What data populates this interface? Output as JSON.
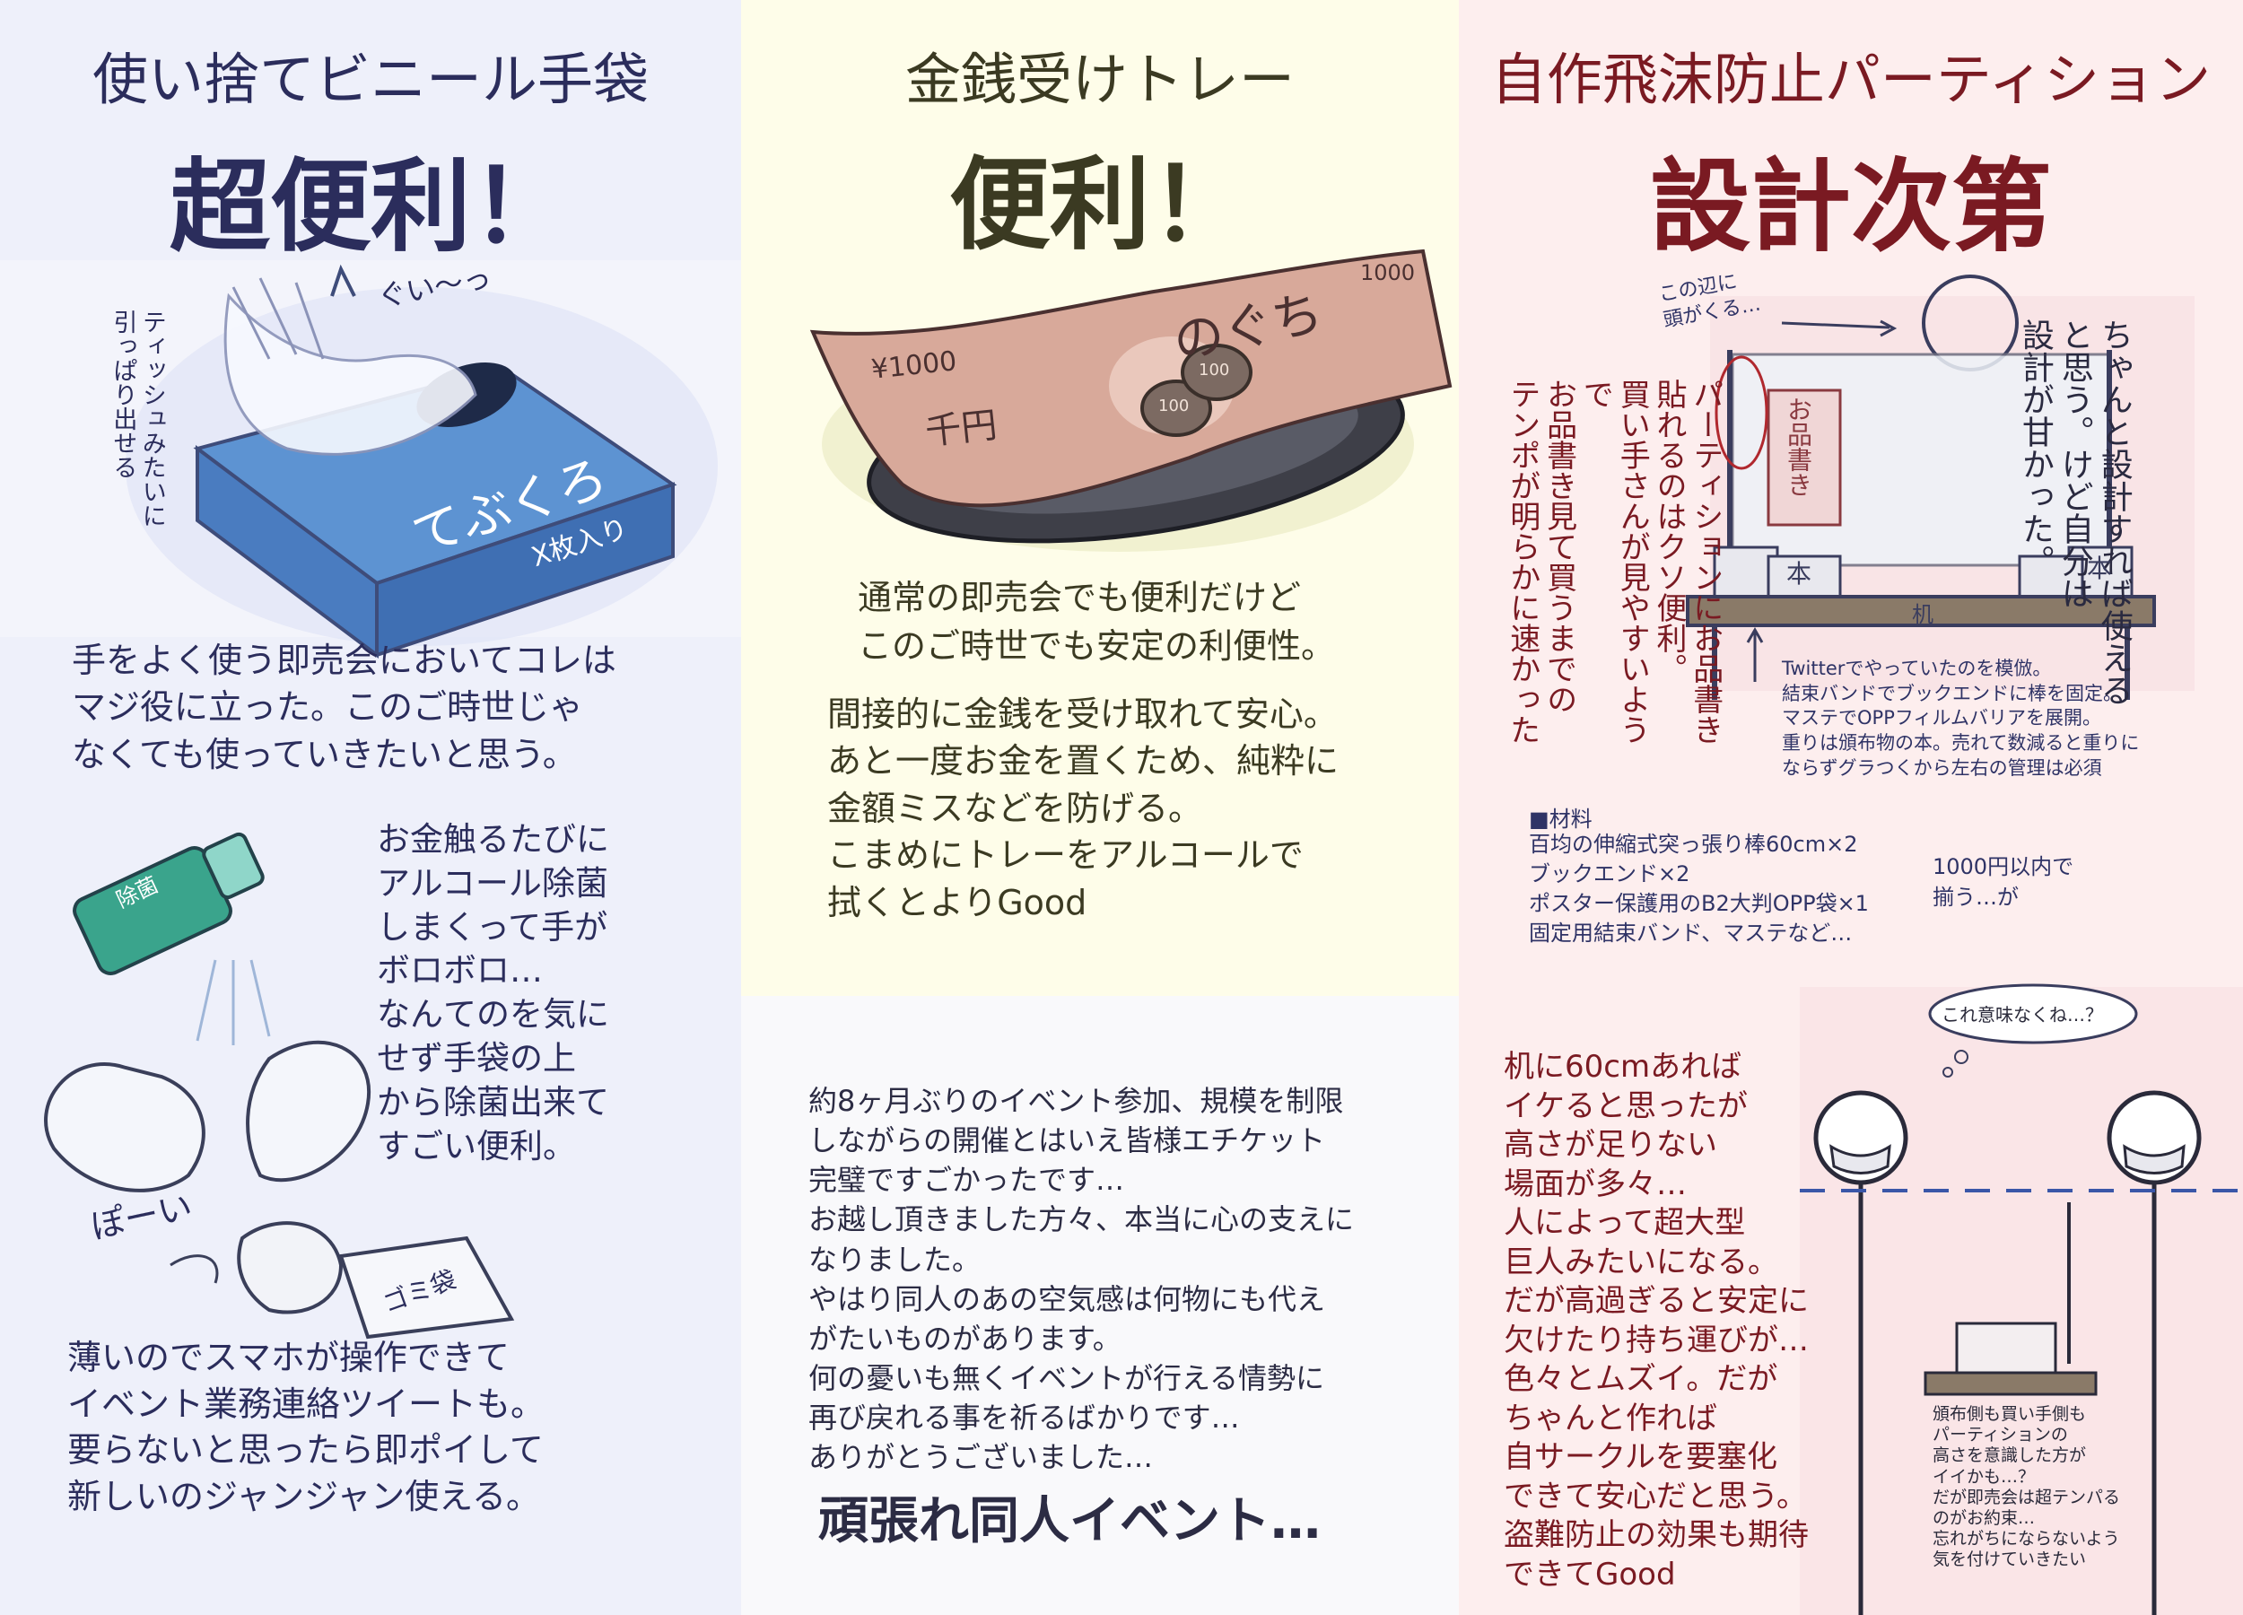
{
  "col1": {
    "title": "使い捨てビニール手袋",
    "verdict": "超便利！",
    "note_tissue": "ティッシュみたいに\n引っぱり出せる",
    "sfx_pull": "ぐい〜っ",
    "box_label": "てぶくろ",
    "box_count": "X枚入り",
    "text1": "手をよく使う即売会においてコレは\nマジ役に立った。このご時世じゃ\nなくても使っていきたいと思う。",
    "bottle_label": "除菌",
    "text2": "お金触るたびに\nアルコール除菌\nしまくって手が\nボロボロ…\nなんてのを気に\nせず手袋の上\nから除菌出来て\nすごい便利。",
    "sfx_toss": "ぽーい",
    "bag_label": "ゴミ袋",
    "text3": "薄いのでスマホが操作できて\nイベント業務連絡ツイートも。\n要らないと思ったら即ポイして\n新しいのジャンジャン使える。"
  },
  "col2": {
    "title": "金銭受けトレー",
    "verdict": "便利！",
    "bill_value": "¥1000",
    "bill_corner": "1000",
    "bill_name": "のぐち",
    "bill_stamp": "千円",
    "coin1": "100",
    "coin2": "100",
    "text1": "通常の即売会でも便利だけど\nこのご時世でも安定の利便性。",
    "text2": "間接的に金銭を受け取れて安心。\nあと一度お金を置くため、純粋に\n金額ミスなどを防げる。\nこまめにトレーをアルコールで\n拭くとよりGood",
    "text3": "約8ヶ月ぶりのイベント参加、規模を制限\nしながらの開催とはいえ皆様エチケット\n完璧ですごかったです…\nお越し頂きました方々、本当に心の支えに\nなりました。\nやはり同人のあの空気感は何物にも代え\nがたいものがあります。\n何の憂いも無くイベントが行える情勢に\n再び戻れる事を祈るばかりです…\nありがとうございました…",
    "closing": "頑張れ同人イベント…"
  },
  "col3": {
    "title": "自作飛沫防止パーティション",
    "verdict": "設計次第",
    "head_note": "この辺に\n頭がくる…",
    "vert_right": "ちゃんと設計すれば使える\nと思う。けど自分は\n設計が甘かった。",
    "vert_left": "パーティションにお品書き\n貼れるのはクソ便利。\n買い手さんが見やすいようで\nお品書き見て買うまでの\nテンポが明らかに速かった",
    "menu_label": "お品書き",
    "book1": "本",
    "book2": "本",
    "desk_label": "机",
    "desc": "Twitterでやっていたのを模倣。\n結束バンドでブックエンドに棒を固定。\nマステでOPPフィルムバリアを展開。\n重りは頒布物の本。売れて数減ると重りに\nならずグラつくから左右の管理は必須",
    "materials_header": "■材料",
    "materials": "百均の伸縮式突っ張り棒60cm×2\nブックエンド×2\nポスター保護用のB2大判OPP袋×1\n固定用結束バンド、マステなど…",
    "price_note": "1000円以内で\n揃う…が",
    "bubble": "これ意味なくね…？",
    "text4": "机に60cmあれば\nイケると思ったが\n高さが足りない\n場面が多々…\n人によって超大型\n巨人みたいになる。\nだが高過ぎると安定に\n欠けたり持ち運びが…\n色々とムズイ。だが\nちゃんと作れば\n自サークルを要塞化\nできて安心だと思う。\n盗難防止の効果も期待\nできてGood",
    "small_note": "頒布側も買い手側も\nパーティションの\n高さを意識した方が\nイイかも…？\nだが即売会は超テンパる\nのがお約束…\n忘れがちにならないよう\n気を付けていきたい"
  },
  "colors": {
    "col1_text": "#2b2d5c",
    "col2_text": "#3b3a22",
    "col3_text": "#7a1a22"
  }
}
